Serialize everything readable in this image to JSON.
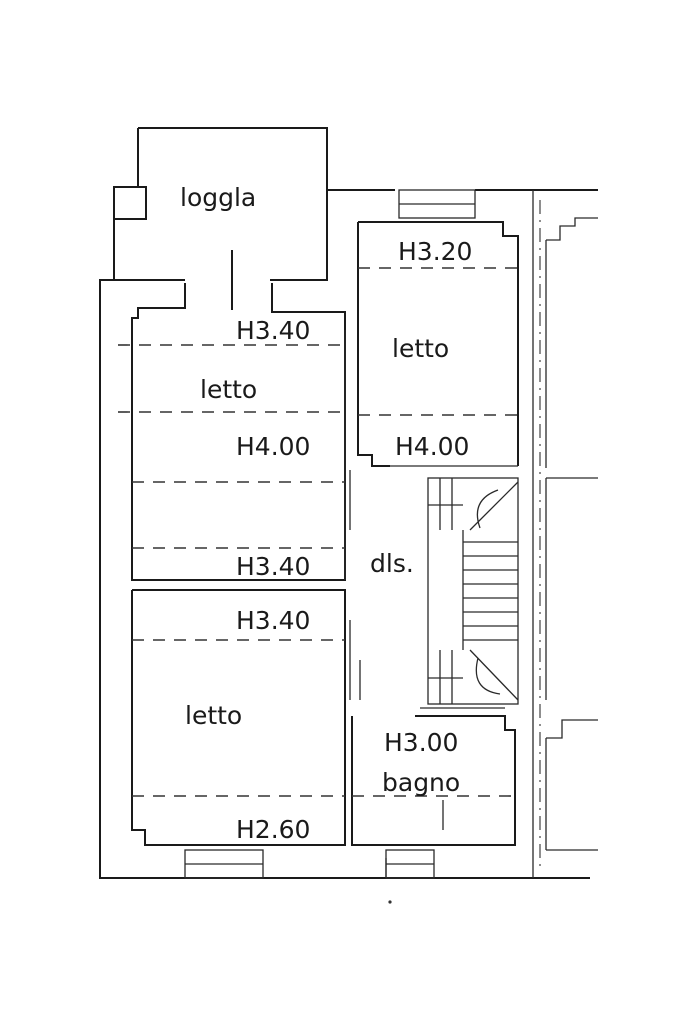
{
  "rooms": {
    "loggia": "loggla",
    "bedroom_top_left": "letto",
    "bedroom_top_right": "letto",
    "bedroom_bottom_left": "letto",
    "hall": "dls.",
    "bathroom": "bagno"
  },
  "heights": {
    "top_right_upper": "H3.20",
    "top_left_upper": "H3.40",
    "top_left_middle": "H4.00",
    "top_right_lower": "H4.00",
    "top_left_lower": "H3.40",
    "bottom_left_upper": "H3.40",
    "bottom_left_lower": "H2.60",
    "bathroom": "H3.00"
  }
}
